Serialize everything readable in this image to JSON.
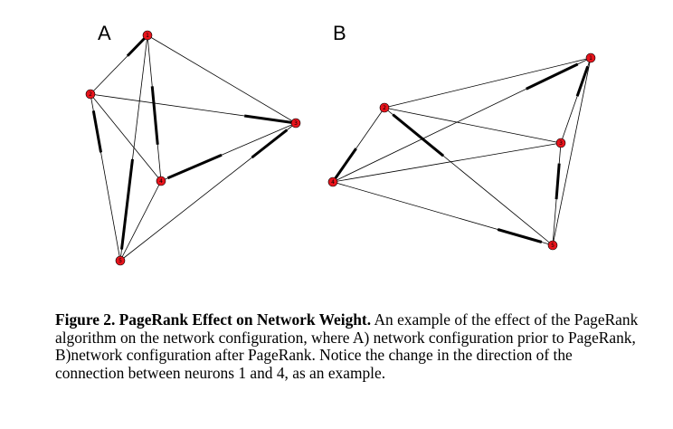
{
  "panels": [
    {
      "label": "A",
      "nodes": [
        {
          "id": "1",
          "label": "1"
        },
        {
          "id": "2",
          "label": "2"
        },
        {
          "id": "3",
          "label": "3"
        },
        {
          "id": "4",
          "label": "4"
        },
        {
          "id": "5",
          "label": "5"
        }
      ],
      "edges": [
        {
          "from": "1",
          "to": "2"
        },
        {
          "from": "1",
          "to": "3"
        },
        {
          "from": "1",
          "to": "4"
        },
        {
          "from": "1",
          "to": "5"
        },
        {
          "from": "2",
          "to": "3"
        },
        {
          "from": "2",
          "to": "4"
        },
        {
          "from": "2",
          "to": "5"
        },
        {
          "from": "3",
          "to": "4"
        },
        {
          "from": "3",
          "to": "5"
        },
        {
          "from": "4",
          "to": "5"
        }
      ]
    },
    {
      "label": "B",
      "nodes": [
        {
          "id": "1",
          "label": "1"
        },
        {
          "id": "2",
          "label": "2"
        },
        {
          "id": "3",
          "label": "3"
        },
        {
          "id": "4",
          "label": "4"
        },
        {
          "id": "5",
          "label": "5"
        }
      ],
      "edges": [
        {
          "from": "1",
          "to": "2"
        },
        {
          "from": "1",
          "to": "3"
        },
        {
          "from": "1",
          "to": "4"
        },
        {
          "from": "1",
          "to": "5"
        },
        {
          "from": "2",
          "to": "3"
        },
        {
          "from": "2",
          "to": "4"
        },
        {
          "from": "2",
          "to": "5"
        },
        {
          "from": "3",
          "to": "4"
        },
        {
          "from": "3",
          "to": "5"
        },
        {
          "from": "4",
          "to": "5"
        }
      ]
    }
  ],
  "caption": {
    "bold": "Figure 2. PageRank Effect on Network Weight.",
    "text": " An example of the effect of the PageRank algorithm on the network configuration, where A) network configuration prior to PageRank, B)network configuration after PageRank. Notice the change in the direction of the connection between neurons 1 and 4, as an example."
  },
  "colors": {
    "node_fill": "#e8141c",
    "edge": "#000000"
  }
}
